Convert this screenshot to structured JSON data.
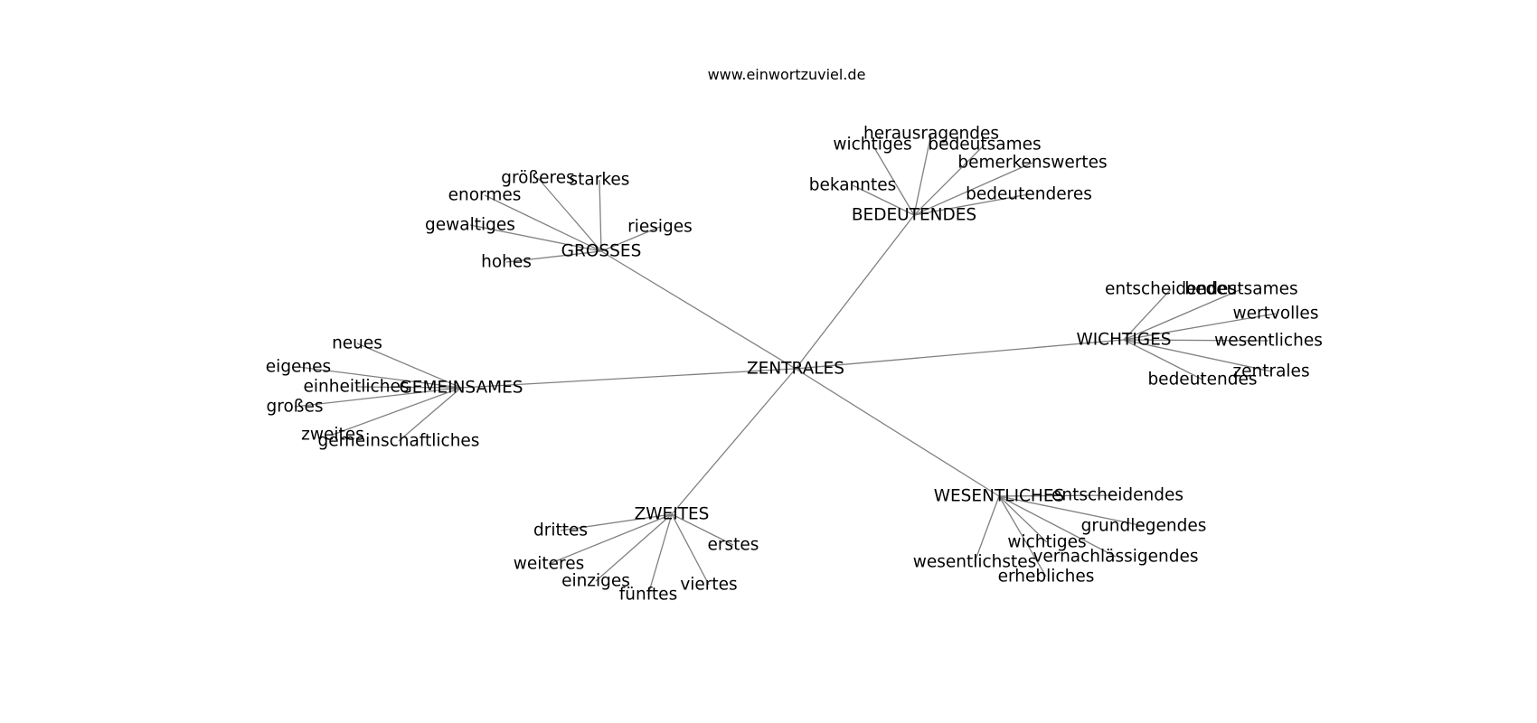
{
  "site_label": "www.einwortzuviel.de",
  "center": {
    "word": "ZENTRALES"
  },
  "clusters": [
    {
      "word": "GROSSES",
      "neighbors": [
        "größeres",
        "starkes",
        "enormes",
        "riesiges",
        "gewaltiges",
        "hohes"
      ]
    },
    {
      "word": "BEDEUTENDES",
      "neighbors": [
        "herausragendes",
        "wichtiges",
        "bedeutsames",
        "bemerkenswertes",
        "bekanntes",
        "bedeutenderes"
      ]
    },
    {
      "word": "WICHTIGES",
      "neighbors": [
        "entscheidendes",
        "bedeutsames",
        "wertvolles",
        "wesentliches",
        "zentrales",
        "bedeutendes"
      ]
    },
    {
      "word": "GEMEINSAMES",
      "neighbors": [
        "neues",
        "eigenes",
        "einheitliches",
        "großes",
        "zweites",
        "gemeinschaftliches"
      ]
    },
    {
      "word": "ZWEITES",
      "neighbors": [
        "drittes",
        "erstes",
        "weiteres",
        "einziges",
        "fünftes",
        "viertes"
      ]
    },
    {
      "word": "WESENTLICHES",
      "neighbors": [
        "entscheidendes",
        "grundlegendes",
        "wichtiges",
        "vernachlässigendes",
        "wesentlichstes",
        "erhebliches"
      ]
    }
  ]
}
